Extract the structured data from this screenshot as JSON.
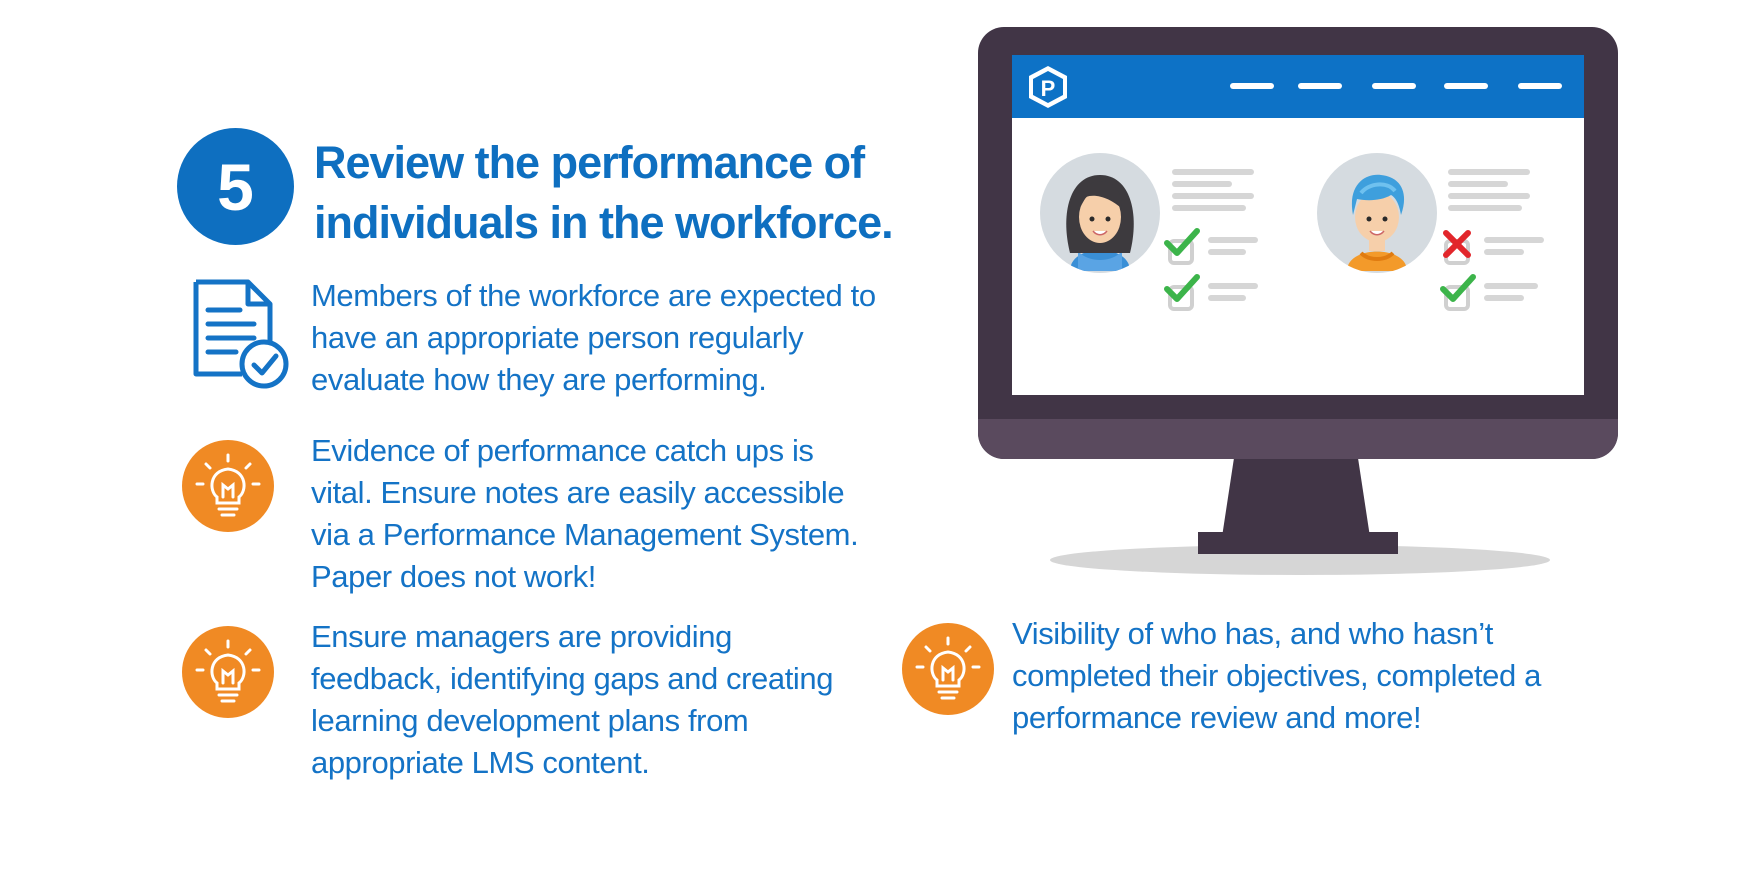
{
  "step": {
    "number": "5",
    "title": "Review the performance of individuals in the workforce."
  },
  "points": [
    {
      "icon": "document-check-icon",
      "text": "Members of the workforce are expected to\nhave an appropriate person regularly\nevaluate how they are performing."
    },
    {
      "icon": "lightbulb-icon",
      "text": "Evidence of performance catch ups is\nvital. Ensure notes are easily accessible\nvia a Performance Management System.\nPaper does not work!"
    },
    {
      "icon": "lightbulb-icon",
      "text": "Ensure managers are providing\nfeedback, identifying gaps and creating\nlearning development plans from\nappropriate LMS content."
    },
    {
      "icon": "lightbulb-icon",
      "text": "Visibility of who has, and who hasn’t\ncompleted their objectives, completed a\nperformance review and more!"
    }
  ],
  "monitor": {
    "logo_letter": "P",
    "colors": {
      "brand_blue": "#0e6fc0",
      "accent_orange": "#f08a24",
      "monitor_frame": "#413546",
      "check_green": "#3cb44a",
      "cross_red": "#e2262b"
    }
  }
}
